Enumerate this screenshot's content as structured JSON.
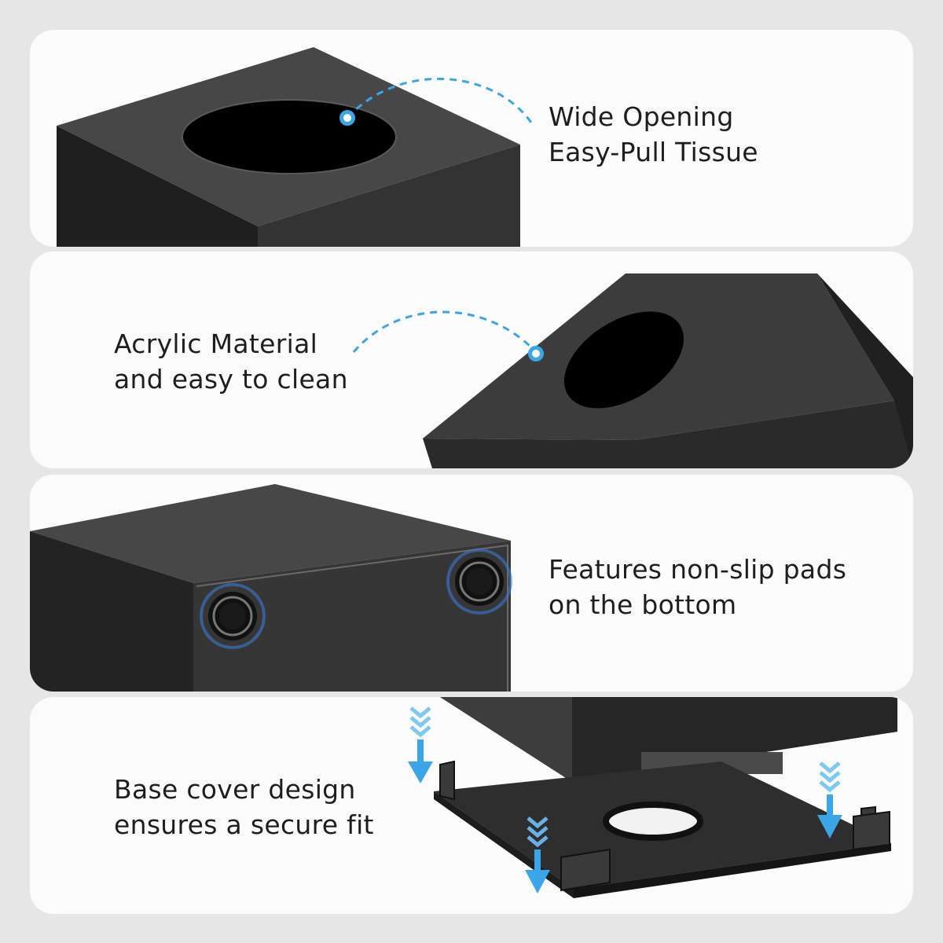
{
  "features": [
    {
      "id": "opening",
      "line1": "Wide Opening",
      "line2": "Easy-Pull Tissue"
    },
    {
      "id": "material",
      "line1": "Acrylic Material",
      "line2": "and easy to clean"
    },
    {
      "id": "pads",
      "line1": "Features non-slip pads",
      "line2": "on the bottom"
    },
    {
      "id": "base",
      "line1": "Base cover design",
      "line2": "ensures a secure fit"
    }
  ],
  "colors": {
    "background": "#e6e6e6",
    "panel": "#fbfbfb",
    "box_top": "#454545",
    "box_side": "#2b2b2b",
    "box_dark": "#1c1c1c",
    "accent_blue": "#3aa6e8",
    "text": "#1e1e1e"
  },
  "icons": [
    "dashed-callout-line",
    "callout-dot",
    "down-arrow-icon",
    "non-slip-pad"
  ]
}
